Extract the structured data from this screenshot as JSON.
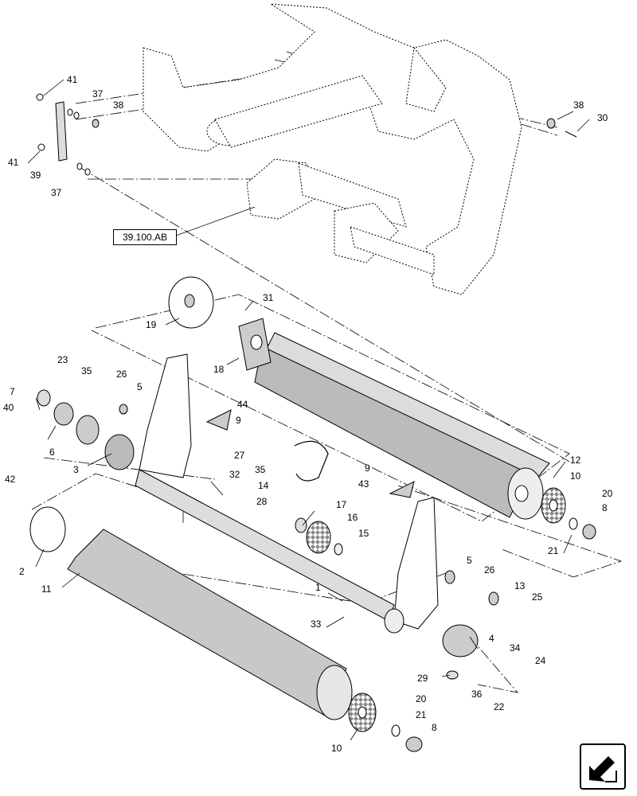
{
  "reference_label": "39.100.AB",
  "callouts": [
    "41",
    "37",
    "38",
    "41",
    "39",
    "37",
    "38",
    "30",
    "31",
    "19",
    "18",
    "23",
    "35",
    "26",
    "5",
    "7",
    "40",
    "6",
    "3",
    "44",
    "9",
    "27",
    "35",
    "14",
    "28",
    "32",
    "42",
    "2",
    "11",
    "12",
    "10",
    "20",
    "8",
    "21",
    "9",
    "43",
    "17",
    "16",
    "15",
    "5",
    "26",
    "13",
    "25",
    "1",
    "33",
    "4",
    "34",
    "24",
    "29",
    "36",
    "22",
    "20",
    "21",
    "8",
    "10"
  ],
  "icons": {
    "navigation": "arrow-navigation-icon"
  }
}
